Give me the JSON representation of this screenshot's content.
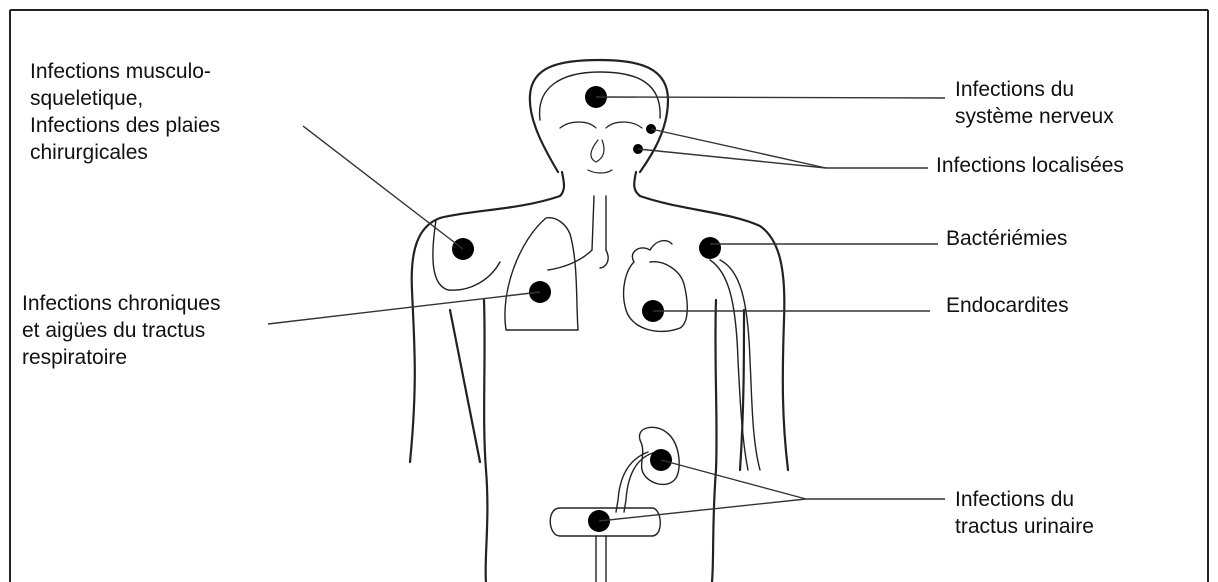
{
  "figure": {
    "labels": {
      "musculo": [
        "Infections musculo-",
        "squeletique,",
        "Infections des plaies",
        "chirurgicales"
      ],
      "nerveux": [
        "Infections du",
        "système nerveux"
      ],
      "localisees": [
        "Infections localisées"
      ],
      "bacteriemies": [
        "Bactériémies"
      ],
      "respiratoire": [
        "Infections chroniques",
        "et aigües du tractus",
        "respiratoire"
      ],
      "endocardites": [
        "Endocardites"
      ],
      "urinaire": [
        "Infections du",
        "tractus urinaire"
      ]
    }
  }
}
